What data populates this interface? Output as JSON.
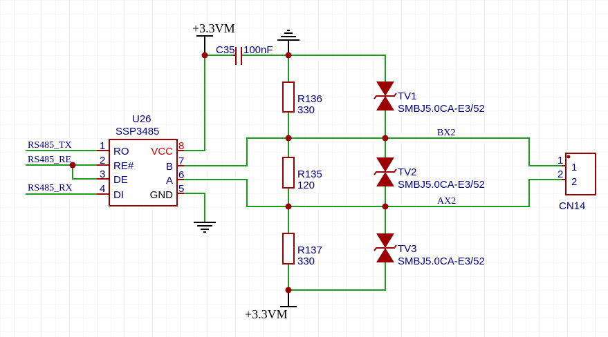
{
  "colors": {
    "background": "#ffffff",
    "grid": "#ececec",
    "wire": "#1a9c1a",
    "component": "#9a0000",
    "text": "#000080",
    "pin_highlight": "#cc0000",
    "power": "#000000"
  },
  "power": {
    "top_label": "+3.3VM",
    "bottom_label": "+3.3VM"
  },
  "capacitor": {
    "ref": "C35",
    "value": "100nF"
  },
  "u26": {
    "ref": "U26",
    "part": "SSP3485",
    "pins_left": [
      {
        "num": "1",
        "name": "RO"
      },
      {
        "num": "2",
        "name": "RE#"
      },
      {
        "num": "3",
        "name": "DE"
      },
      {
        "num": "4",
        "name": "DI"
      }
    ],
    "pins_right": [
      {
        "num": "8",
        "name": "VCC"
      },
      {
        "num": "7",
        "name": "B"
      },
      {
        "num": "6",
        "name": "A"
      },
      {
        "num": "5",
        "name": "GND"
      }
    ]
  },
  "nets": {
    "tx": "RS485_TX",
    "re": "RS485_RE",
    "rx": "RS485_RX",
    "bx2": "BX2",
    "ax2": "AX2"
  },
  "resistors": [
    {
      "ref": "R136",
      "value": "330"
    },
    {
      "ref": "R135",
      "value": "120"
    },
    {
      "ref": "R137",
      "value": "330"
    }
  ],
  "tvs": [
    {
      "ref": "TV1",
      "part": "SMBJ5.0CA-E3/52"
    },
    {
      "ref": "TV2",
      "part": "SMBJ5.0CA-E3/52"
    },
    {
      "ref": "TV3",
      "part": "SMBJ5.0CA-E3/52"
    }
  ],
  "connector": {
    "ref": "CN14",
    "pins": [
      {
        "num": "1",
        "name": "1"
      },
      {
        "num": "2",
        "name": "2"
      }
    ]
  }
}
